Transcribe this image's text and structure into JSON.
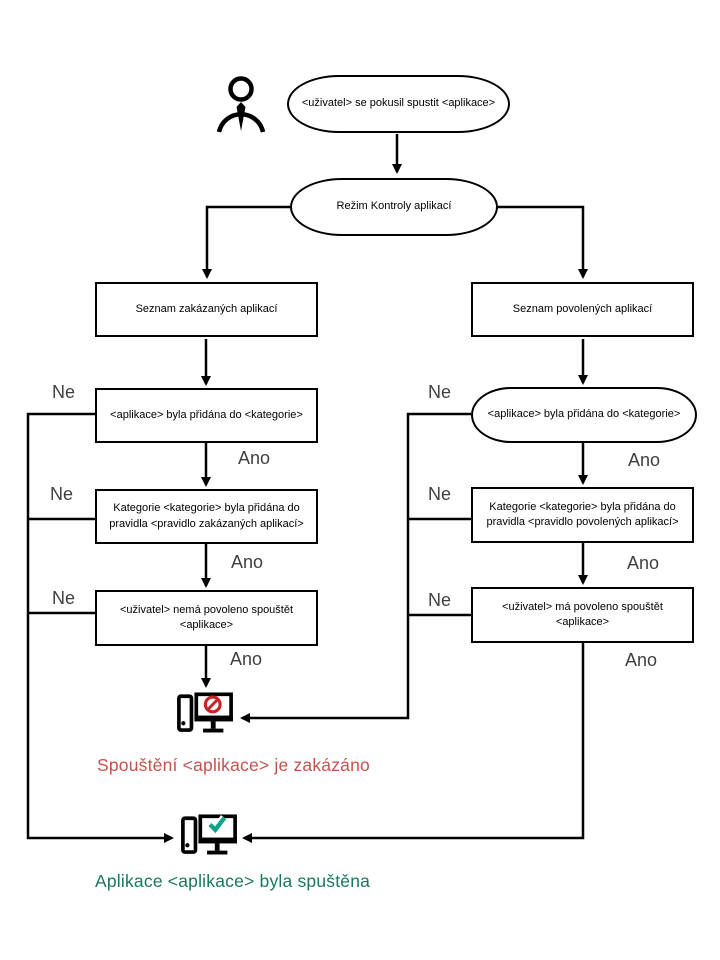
{
  "diagram": {
    "start": "<uživatel> se pokusil spustit <aplikace>",
    "mode": "Režim Kontroly aplikací",
    "labels": {
      "yes": "Ano",
      "no": "Ne"
    },
    "denylist_branch": {
      "list": "Seznam zakázaných aplikací",
      "check_category": "<aplikace> byla přidána do <kategorie>",
      "check_rule": "Kategorie <kategorie> byla přidána do pravidla <pravidlo zakázaných aplikací>",
      "check_user": "<uživatel> nemá povoleno spouštět <aplikace>"
    },
    "allowlist_branch": {
      "list": "Seznam povolených aplikací",
      "check_category": "<aplikace> byla přidána do <kategorie>",
      "check_rule": "Kategorie <kategorie> byla přidána do pravidla <pravidlo povolených aplikací>",
      "check_user": "<uživatel> má povoleno spouštět <aplikace>"
    },
    "outcomes": {
      "blocked": "Spouštění <aplikace> je zakázáno",
      "allowed": "Aplikace <aplikace> byla spuštěna"
    },
    "colors": {
      "line": "#000000",
      "blocked_text": "#c5524c",
      "allowed_text": "#17785f",
      "prohibition": "#cc2027",
      "checkmark": "#10a388"
    }
  }
}
